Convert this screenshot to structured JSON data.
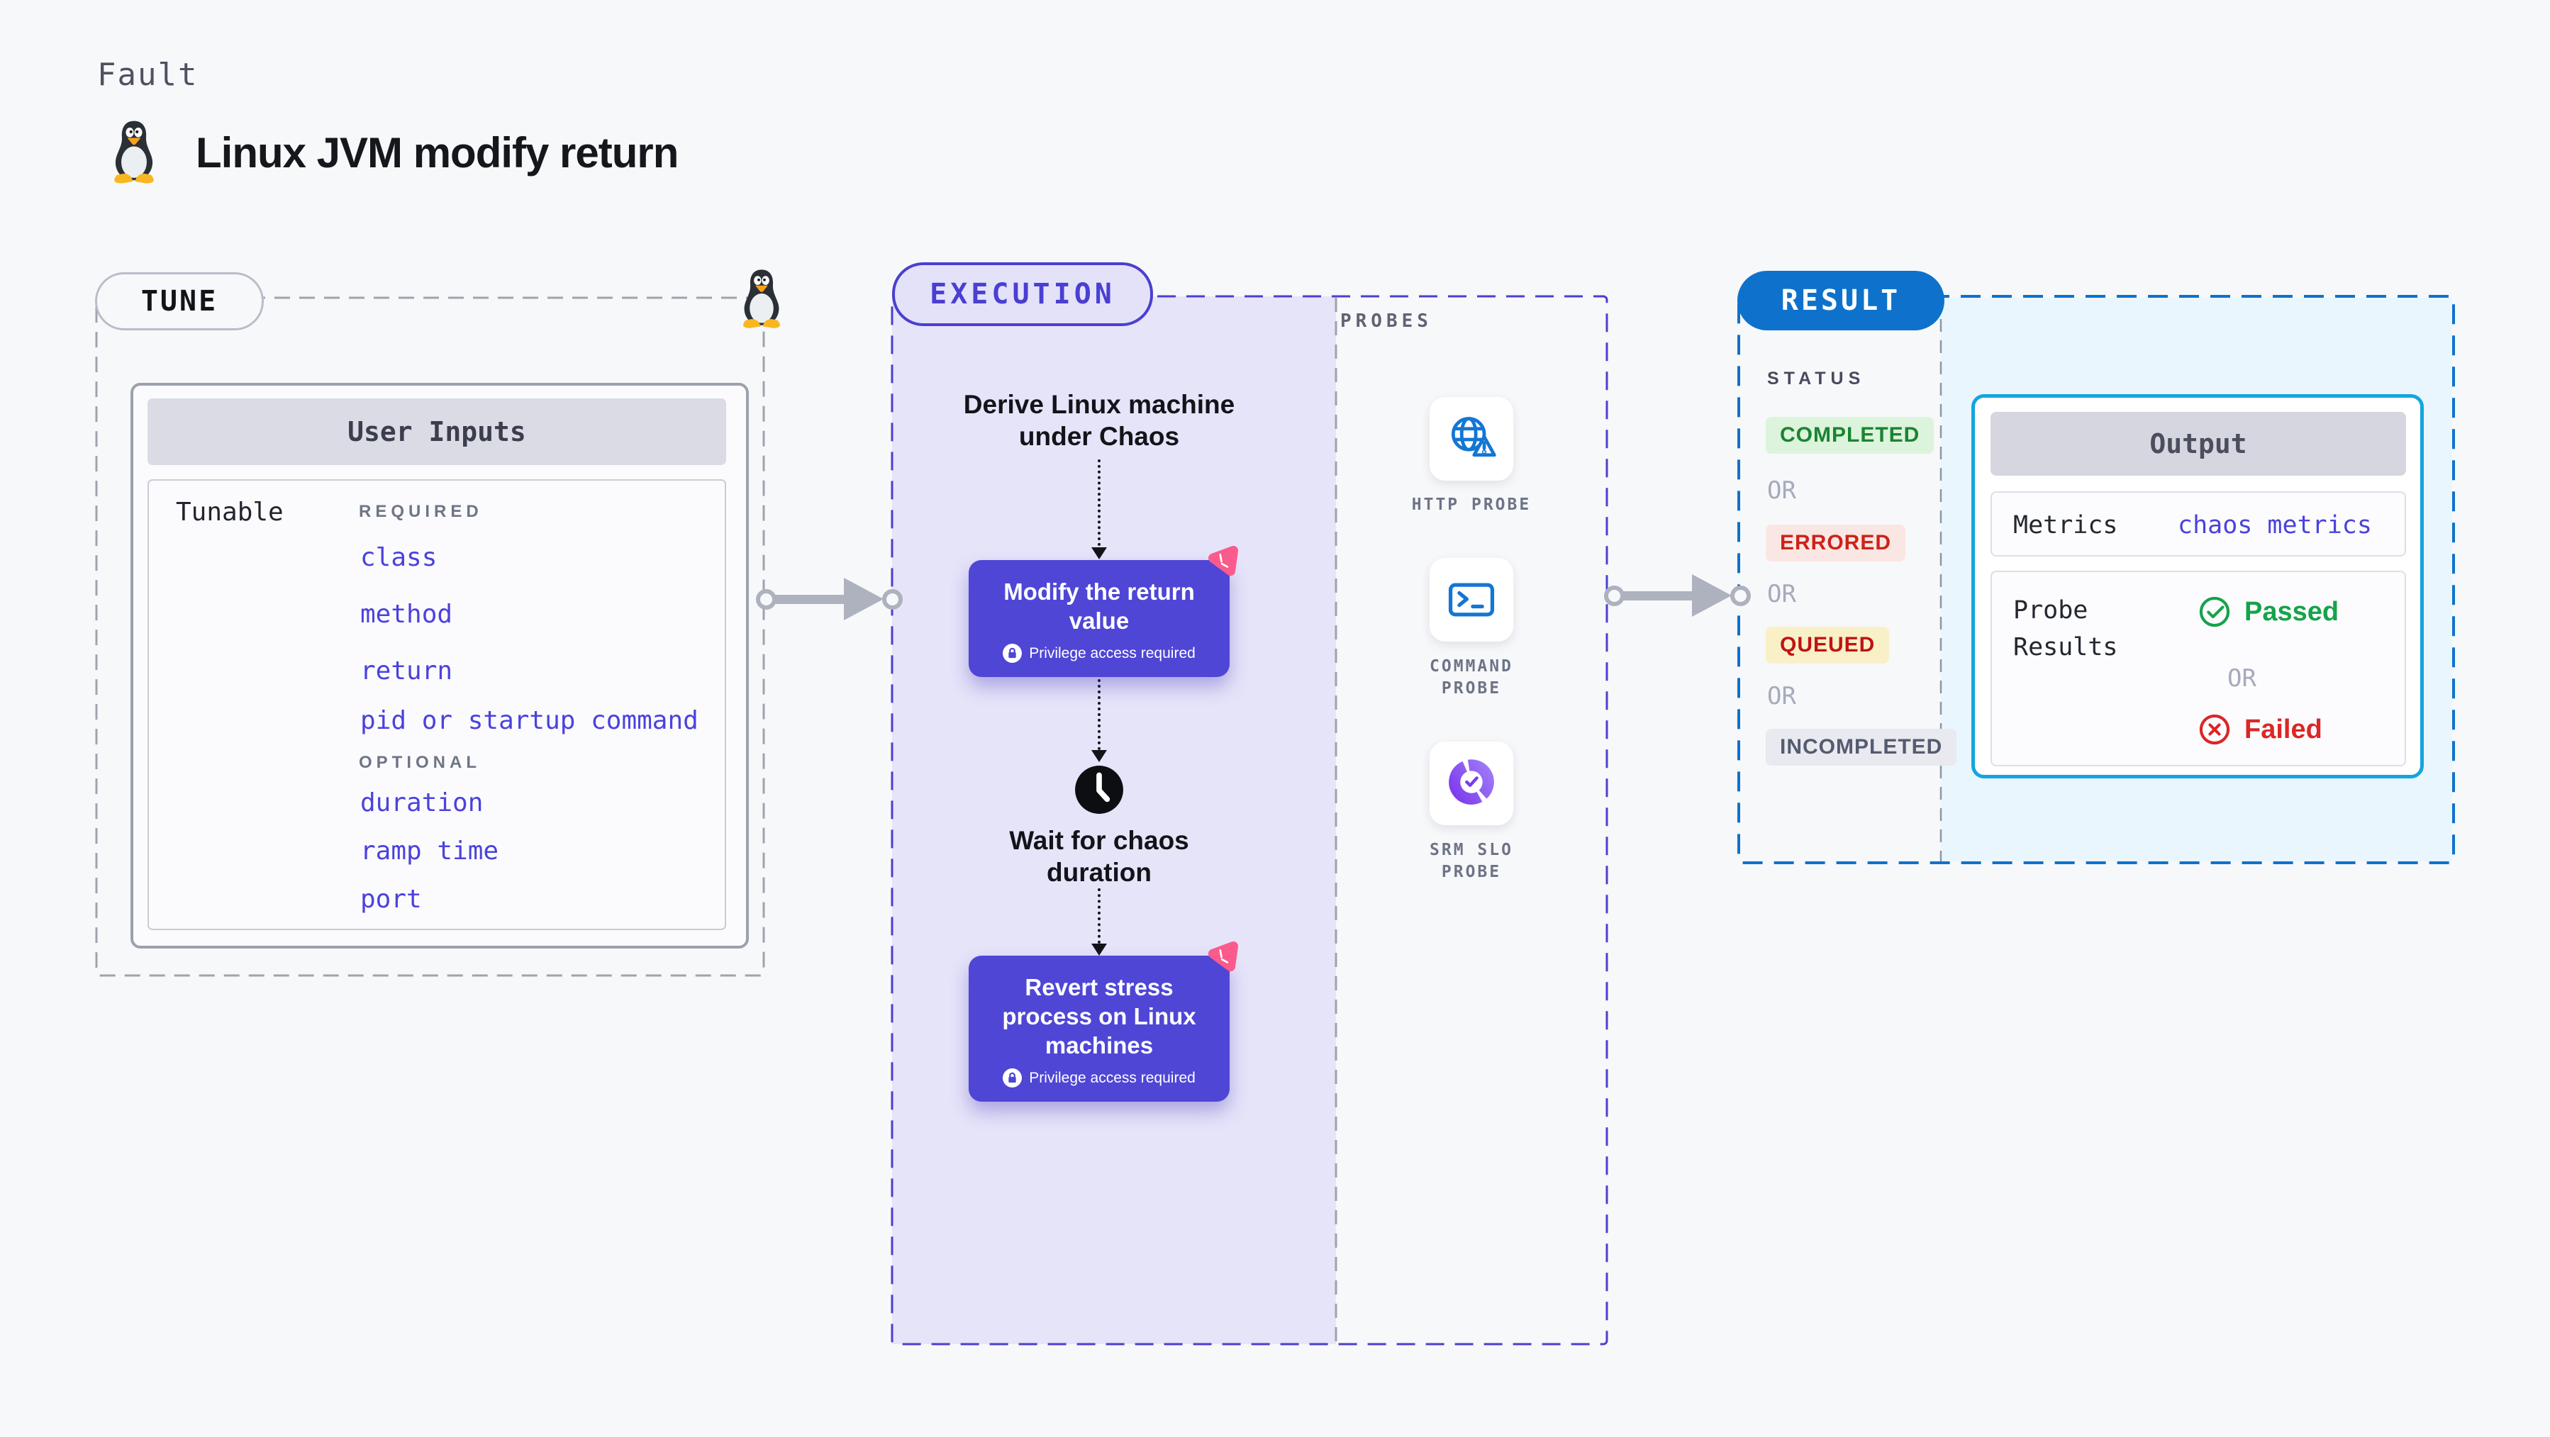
{
  "header": {
    "kicker": "Fault",
    "title": "Linux JVM modify return",
    "title_icon": "tux-penguin-icon"
  },
  "tune": {
    "label": "TUNE",
    "corner_icon": "tux-penguin-icon",
    "card_title": "User Inputs",
    "row_label": "Tunable",
    "required_label": "REQUIRED",
    "required_items": [
      "class",
      "method",
      "return",
      "pid or startup command"
    ],
    "optional_label": "OPTIONAL",
    "optional_items": [
      "duration",
      "ramp time",
      "port"
    ]
  },
  "execution": {
    "label": "EXECUTION",
    "step1_text": "Derive Linux machine under Chaos",
    "node1_text": "Modify the return value",
    "node1_badge": "Privilege access required",
    "wait_text": "Wait for chaos duration",
    "node2_text": "Revert stress process on Linux machines",
    "node2_badge": "Privilege access required"
  },
  "probes": {
    "label": "PROBES",
    "items": [
      {
        "name": "HTTP PROBE",
        "icon": "globe-alert-icon"
      },
      {
        "name": "COMMAND PROBE",
        "icon": "terminal-icon"
      },
      {
        "name": "SRM SLO PROBE",
        "icon": "slo-gauge-icon"
      }
    ]
  },
  "result": {
    "label": "RESULT",
    "status_label": "STATUS",
    "or_label": "OR",
    "statuses": [
      {
        "text": "COMPLETED",
        "bg": "#DCF4DC",
        "color": "#1B8430"
      },
      {
        "text": "ERRORED",
        "bg": "#FAE7E4",
        "color": "#CC231A"
      },
      {
        "text": "QUEUED",
        "bg": "#FAF0C8",
        "color": "#C01313"
      },
      {
        "text": "INCOMPLETED",
        "bg": "#E9E9F0",
        "color": "#555B70"
      }
    ],
    "output": {
      "title": "Output",
      "metrics_label": "Metrics",
      "metrics_value": "chaos metrics",
      "probe_results_label": "Probe Results",
      "passed_text": "Passed",
      "or_label": "OR",
      "failed_text": "Failed"
    }
  },
  "colors": {
    "page_bg": "#F7F8FA",
    "accent_purple": "#4A3FD1",
    "node_purple": "#4F46D6",
    "execution_fill": "#E6E4F9",
    "result_blue": "#0E72CC",
    "output_border_cyan": "#14A5DE",
    "result_fill": "#E9F6FD",
    "link_blue": "#4B42DD",
    "passed_green": "#16A34A",
    "failed_red": "#DC2626",
    "chaos_pink": "#FB5A8C",
    "arrow_gray": "#AEB2BE"
  }
}
